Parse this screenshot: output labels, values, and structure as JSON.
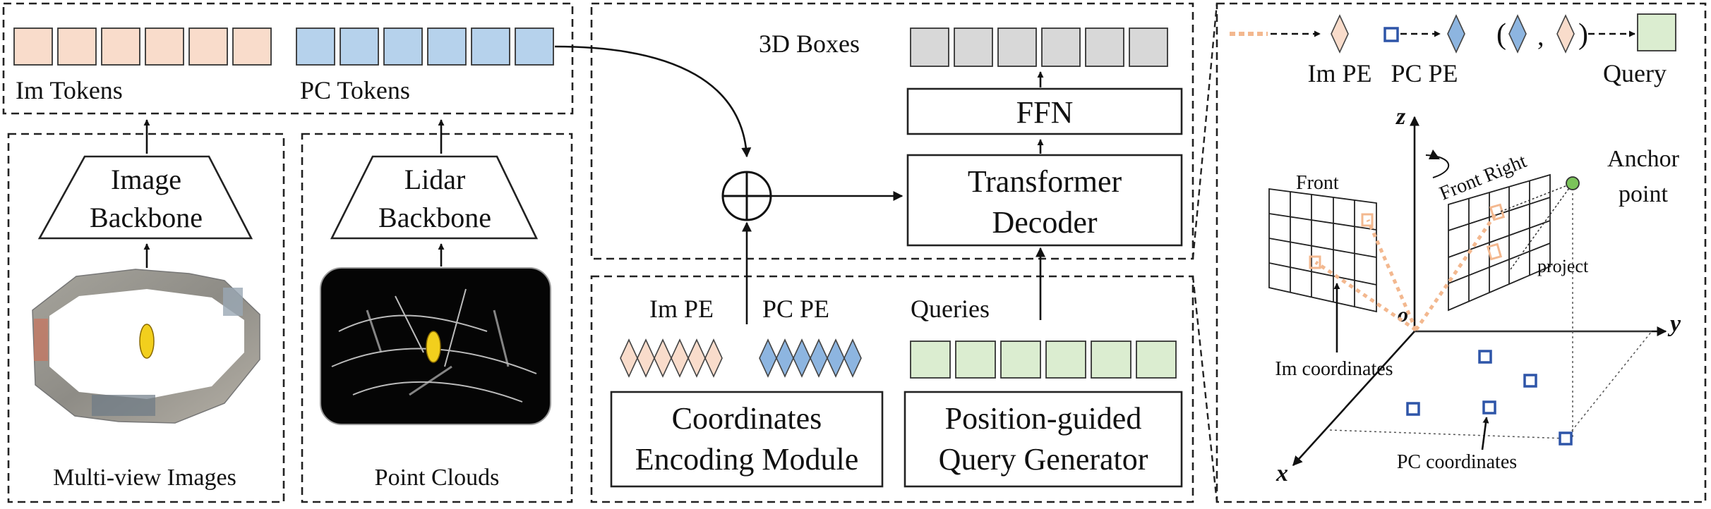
{
  "labels": {
    "im_tokens": "Im Tokens",
    "pc_tokens": "PC Tokens",
    "image_backbone_1": "Image",
    "image_backbone_2": "Backbone",
    "lidar_backbone_1": "Lidar",
    "lidar_backbone_2": "Backbone",
    "multiview_images": "Multi-view Images",
    "point_clouds": "Point Clouds",
    "boxes_3d": "3D Boxes",
    "ffn": "FFN",
    "decoder_1": "Transformer",
    "decoder_2": "Decoder",
    "im_pe": "Im PE",
    "pc_pe": "PC PE",
    "queries": "Queries",
    "coord_module_1": "Coordinates",
    "coord_module_2": "Encoding Module",
    "query_gen_1": "Position-guided",
    "query_gen_2": "Query Generator"
  },
  "legend": {
    "im_pe": "Im PE",
    "pc_pe": "PC PE",
    "query": "Query",
    "paren_open": "(",
    "comma": ",",
    "paren_close": ")"
  },
  "coord_panel": {
    "z": "z",
    "y": "y",
    "x": "x",
    "o": "o",
    "front": "Front",
    "front_right": "Front Right",
    "anchor_1": "Anchor",
    "anchor_2": "point",
    "project": "project",
    "im_coordinates": "Im coordinates",
    "pc_coordinates": "PC coordinates"
  },
  "colors": {
    "im_token": "#f9dccb",
    "pc_token": "#b6d2ec",
    "box_token": "#d8d8d8",
    "query_token": "#dbedd0",
    "im_pe_line": "#f3b88f",
    "pc_square": "#2e55a8",
    "anchor_point": "#7bc35a"
  }
}
